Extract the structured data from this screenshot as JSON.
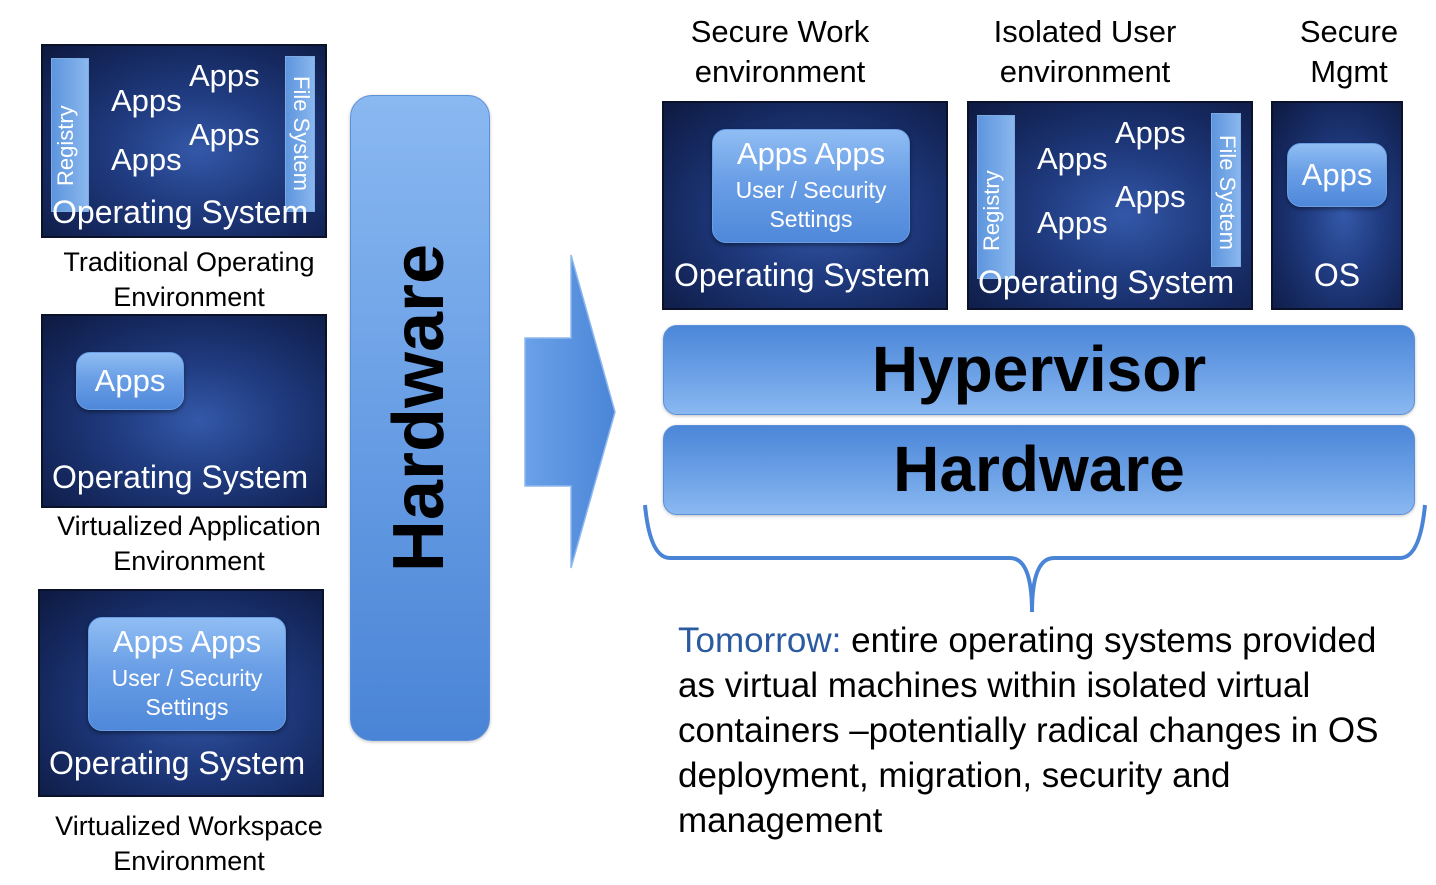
{
  "left": {
    "traditional": {
      "apps": [
        "Apps",
        "Apps",
        "Apps",
        "Apps"
      ],
      "registry": "Registry",
      "file_system": "File System",
      "os": "Operating System",
      "caption_l1": "Traditional Operating",
      "caption_l2": "Environment"
    },
    "app_virt": {
      "apps": "Apps",
      "os": "Operating System",
      "caption_l1": "Virtualized Application",
      "caption_l2": "Environment"
    },
    "workspace": {
      "apps": "Apps Apps",
      "settings_l1": "User / Security",
      "settings_l2": "Settings",
      "os": "Operating System",
      "caption_l1": "Virtualized Workspace",
      "caption_l2": "Environment"
    }
  },
  "hardware_vertical": "Hardware",
  "right": {
    "secure_work": {
      "heading_l1": "Secure Work",
      "heading_l2": "environment",
      "apps": "Apps Apps",
      "settings_l1": "User / Security",
      "settings_l2": "Settings",
      "os": "Operating System"
    },
    "isolated_user": {
      "heading_l1": "Isolated User",
      "heading_l2": "environment",
      "apps": [
        "Apps",
        "Apps",
        "Apps",
        "Apps"
      ],
      "registry": "Registry",
      "file_system": "File System",
      "os": "Operating System"
    },
    "secure_mgmt": {
      "heading_l1": "Secure",
      "heading_l2": "Mgmt",
      "apps": "Apps",
      "os": "OS"
    },
    "hypervisor": "Hypervisor",
    "hardware": "Hardware"
  },
  "summary": {
    "lead": "Tomorrow:",
    "text": " entire operating systems provided as virtual machines within isolated virtual containers –potentially radical changes in OS deployment, migration, security and management",
    "lead_color": "#2a5aa0"
  }
}
